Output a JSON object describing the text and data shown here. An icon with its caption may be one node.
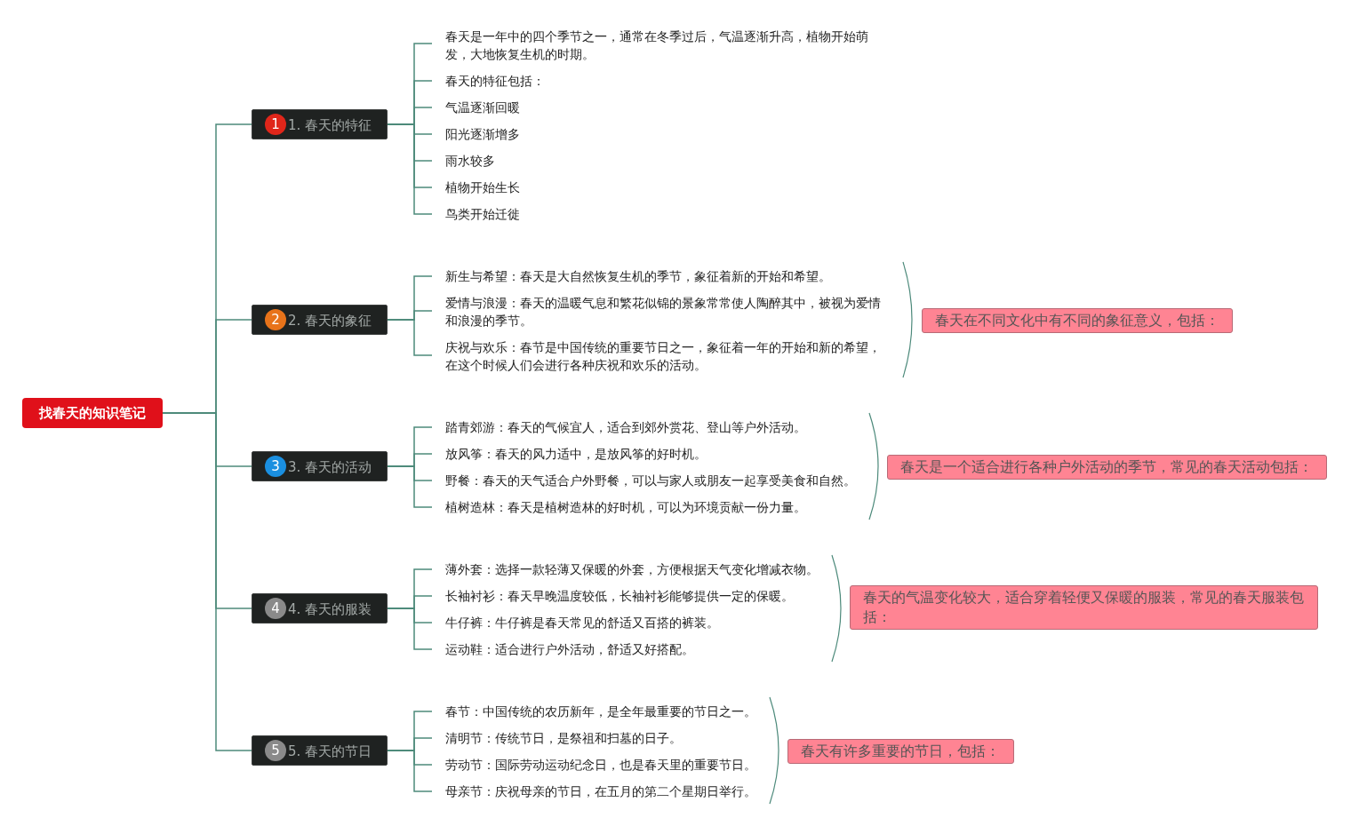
{
  "diagram": {
    "nodes": [
      {
        "text": [
          "找春天的知识笔记"
        ]
      },
      {
        "text": [
          "1. 春天的特征"
        ]
      },
      {
        "text": [
          "1"
        ],
        "in": 1
      },
      {
        "text": [
          "春天是一年中的四个季节之一，通常在冬季过后，气温逐渐升高，植物开始萌发，大地恢复生机的时期。"
        ]
      },
      {
        "text": [
          "春天的特征包括："
        ]
      },
      {
        "text": [
          "气温逐渐回暖"
        ]
      },
      {
        "text": [
          "阳光逐渐增多"
        ]
      },
      {
        "text": [
          "雨水较多"
        ]
      },
      {
        "text": [
          "植物开始生长"
        ]
      },
      {
        "text": [
          "鸟类开始迁徙"
        ]
      },
      {
        "text": [
          "2. 春天的象征"
        ]
      },
      {
        "text": [
          "2"
        ],
        "in": 10
      },
      {
        "text": [
          "新生与希望：春天是大自然恢复生机的季节，象征着新的开始和希望。"
        ]
      },
      {
        "text": [
          "爱情与浪漫：春天的温暖气息和繁花似锦的景象常常使人陶醉其中，被视为爱情和浪漫的季节。"
        ]
      },
      {
        "text": [
          "庆祝与欢乐：春节是中国传统的重要节日之一，象征着一年的开始和新的希望，在这个时候人们会进行各种庆祝和欢乐的活动。"
        ]
      },
      {
        "text": [
          "春天在不同文化中有不同的象征意义，包括："
        ]
      },
      {
        "text": [
          "3. 春天的活动"
        ]
      },
      {
        "text": [
          "3"
        ],
        "in": 16
      },
      {
        "text": [
          "踏青郊游：春天的气候宜人，适合到郊外赏花、登山等户外活动。"
        ]
      },
      {
        "text": [
          "放风筝：春天的风力适中，是放风筝的好时机。"
        ]
      },
      {
        "text": [
          "野餐：春天的天气适合户外野餐，可以与家人或朋友一起享受美食和自然。"
        ]
      },
      {
        "text": [
          "植树造林：春天是植树造林的好时机，可以为环境贡献一份力量。"
        ]
      },
      {
        "text": [
          "春天是一个适合进行各种户外活动的季节，常见的春天活动包括："
        ]
      },
      {
        "text": [
          "4. 春天的服装"
        ]
      },
      {
        "text": [
          "4"
        ],
        "in": 23
      },
      {
        "text": [
          "薄外套：选择一款轻薄又保暖的外套，方便根据天气变化增减衣物。"
        ]
      },
      {
        "text": [
          "长袖衬衫：春天早晚温度较低，长袖衬衫能够提供一定的保暖。"
        ]
      },
      {
        "text": [
          "牛仔裤：牛仔裤是春天常见的舒适又百搭的裤装。"
        ]
      },
      {
        "text": [
          "运动鞋：适合进行户外活动，舒适又好搭配。"
        ]
      },
      {
        "text": [
          "春天的气温变化较大，适合穿着轻便又保暖的服装，常见的春天服装包括："
        ]
      },
      {
        "text": [
          "5. 春天的节日"
        ]
      },
      {
        "text": [
          "5"
        ],
        "in": 30
      },
      {
        "text": [
          "春节：中国传统的农历新年，是全年最重要的节日之一。"
        ]
      },
      {
        "text": [
          "清明节：传统节日，是祭祖和扫墓的日子。"
        ]
      },
      {
        "text": [
          "劳动节：国际劳动运动纪念日，也是春天里的重要节日。"
        ]
      },
      {
        "text": [
          "母亲节：庆祝母亲的节日，在五月的第二个星期日举行。"
        ]
      },
      {
        "text": [
          "春天有许多重要的节日，包括："
        ]
      }
    ],
    "edges": [
      {
        "from": 0,
        "to": 1,
        "arrow": "none"
      },
      {
        "from": 0,
        "to": 10,
        "arrow": "none"
      },
      {
        "from": 0,
        "to": 16,
        "arrow": "none"
      },
      {
        "from": 0,
        "to": 23,
        "arrow": "none"
      },
      {
        "from": 0,
        "to": 30,
        "arrow": "none"
      },
      {
        "from": 1,
        "to": 3,
        "arrow": "none"
      },
      {
        "from": 1,
        "to": 4,
        "arrow": "none"
      },
      {
        "from": 1,
        "to": 5,
        "arrow": "none"
      },
      {
        "from": 1,
        "to": 6,
        "arrow": "none"
      },
      {
        "from": 1,
        "to": 7,
        "arrow": "none"
      },
      {
        "from": 1,
        "to": 8,
        "arrow": "none"
      },
      {
        "from": 1,
        "to": 9,
        "arrow": "none"
      },
      {
        "from": 10,
        "to": 12,
        "arrow": "none"
      },
      {
        "from": 10,
        "to": 13,
        "arrow": "none"
      },
      {
        "from": 10,
        "to": 14,
        "arrow": "none"
      },
      {
        "from": 16,
        "to": 18,
        "arrow": "none"
      },
      {
        "from": 16,
        "to": 19,
        "arrow": "none"
      },
      {
        "from": 16,
        "to": 20,
        "arrow": "none"
      },
      {
        "from": 16,
        "to": 21,
        "arrow": "none"
      },
      {
        "from": 23,
        "to": 25,
        "arrow": "none"
      },
      {
        "from": 23,
        "to": 26,
        "arrow": "none"
      },
      {
        "from": 23,
        "to": 27,
        "arrow": "none"
      },
      {
        "from": 23,
        "to": 28,
        "arrow": "none"
      },
      {
        "from": 30,
        "to": 32,
        "arrow": "none"
      },
      {
        "from": 30,
        "to": 33,
        "arrow": "none"
      },
      {
        "from": 30,
        "to": 34,
        "arrow": "none"
      },
      {
        "from": 30,
        "to": 35,
        "arrow": "none"
      }
    ]
  }
}
